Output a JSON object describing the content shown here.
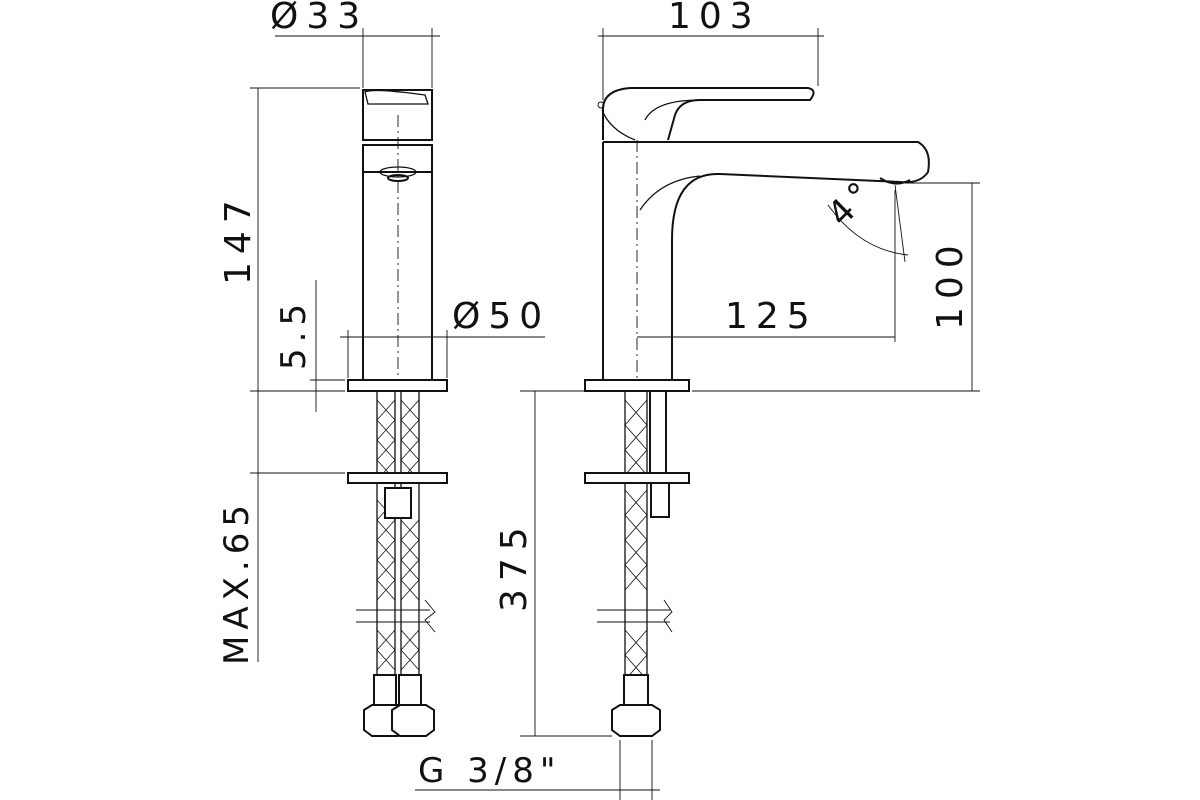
{
  "dimensions": {
    "front_diameter_top": "Ø33",
    "front_height": "147",
    "base_thickness": "5.5",
    "base_diameter": "Ø50",
    "max_deck": "MAX.65",
    "side_length": "103",
    "spout_reach": "125",
    "spout_height": "100",
    "flex_length": "375",
    "angle": "4°",
    "connection": "G 3/8\""
  },
  "colors": {
    "line": "#111111",
    "background": "#ffffff"
  }
}
